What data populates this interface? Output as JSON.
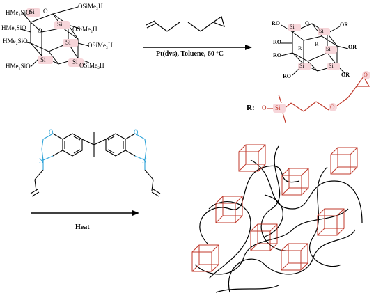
{
  "reaction1": {
    "reactant_labels": {
      "si": "Si",
      "o": "O",
      "hme2sio": "HMe₂SiO",
      "osime2h": "OSiMe₂H"
    },
    "conditions": "Pt(dvs), Toluene, 60 ºC"
  },
  "product1": {
    "si": "Si",
    "o": "O",
    "ro": "RO",
    "or": "OR",
    "r": "R"
  },
  "r_group": {
    "label": "R:",
    "o": "O",
    "si": "Si"
  },
  "reaction2": {
    "conditions": "Heat",
    "o": "O",
    "n": "N"
  },
  "colors": {
    "ink": "#000000",
    "accent_red": "#c0392b",
    "accent_cyan": "#2ea3d8",
    "highlight_pink": "#f7d6da"
  }
}
